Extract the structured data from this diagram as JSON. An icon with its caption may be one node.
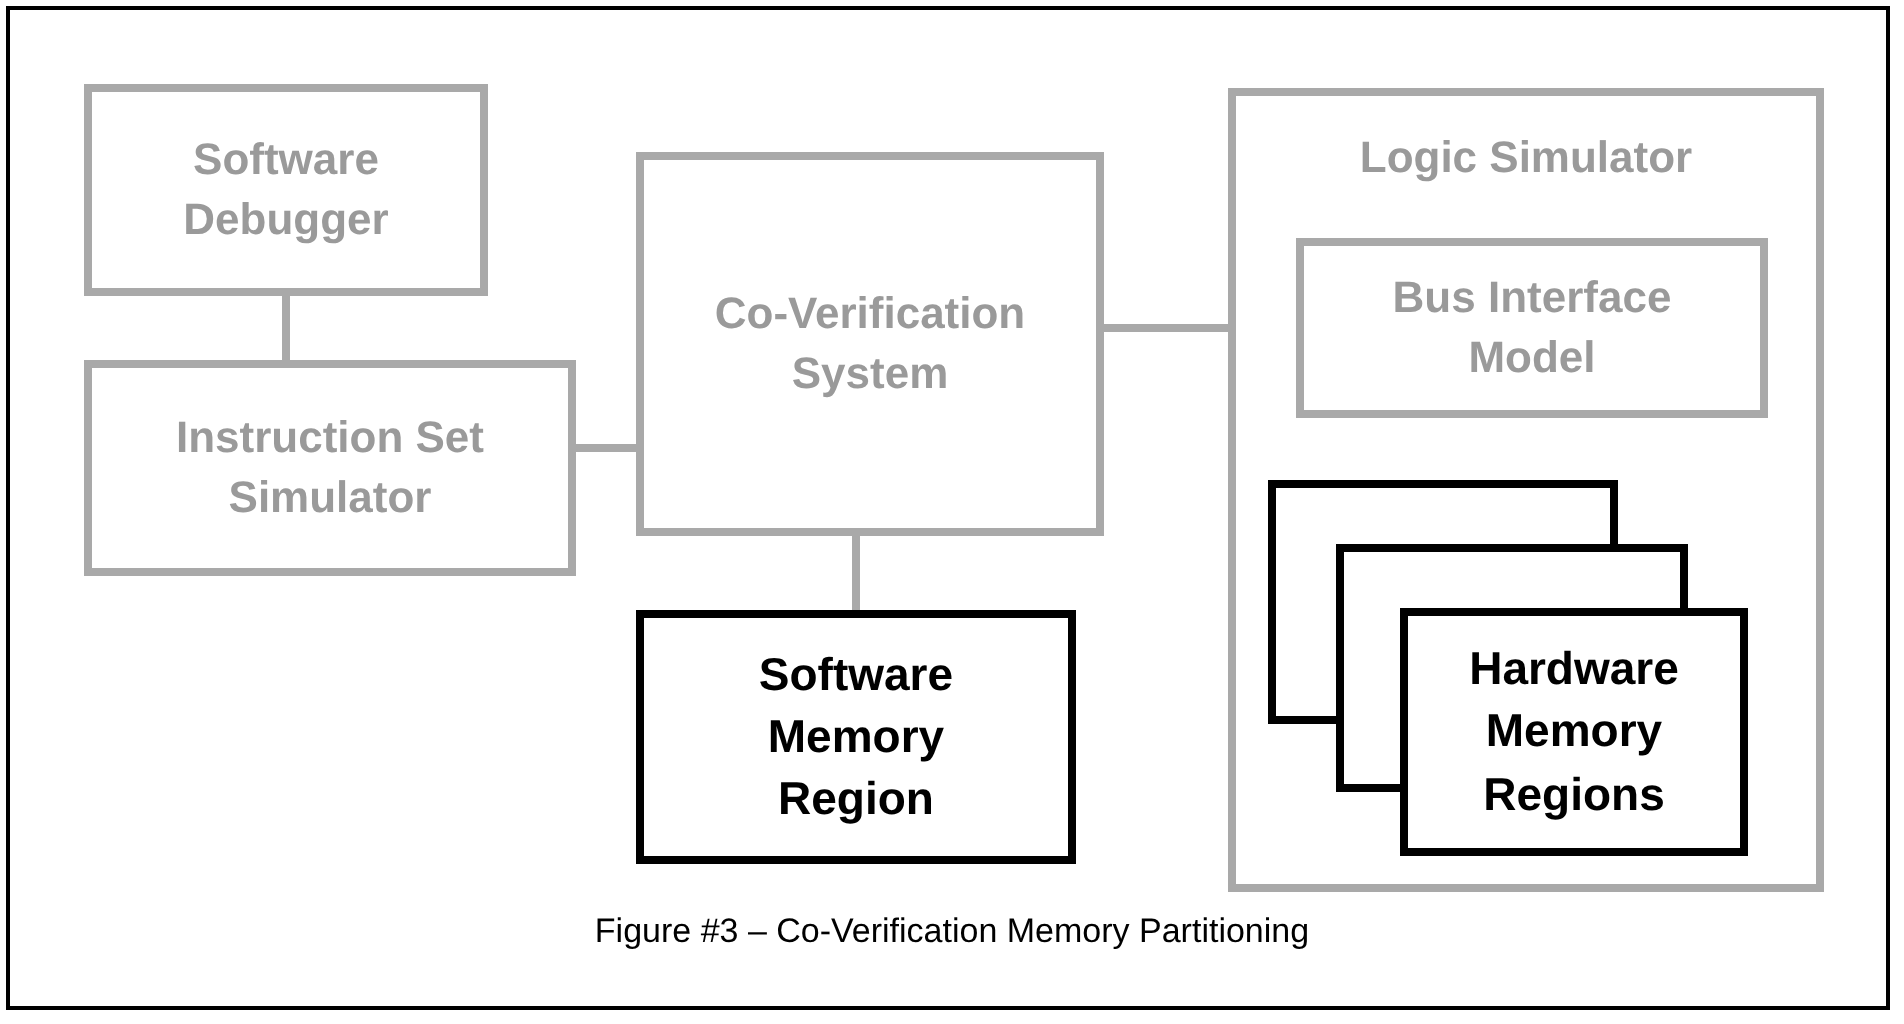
{
  "diagram": {
    "caption": "Figure #3 – Co-Verification Memory Partitioning",
    "nodes": [
      {
        "text": [
          "Software Debugger"
        ]
      },
      {
        "text": [
          "Co-Verification System"
        ]
      },
      {
        "text": [
          "Logic Simulator"
        ]
      },
      {
        "text": [
          "Bus Interface Model"
        ],
        "in": 2
      },
      {
        "text": [
          "Instruction Set Simulator"
        ]
      },
      {
        "text": [],
        "shape": "box",
        "in": 2
      },
      {
        "text": [],
        "shape": "box",
        "in": 2
      },
      {
        "text": [
          "Hardware Memory Regions"
        ],
        "in": 2
      },
      {
        "text": [
          "Software Memory Region"
        ]
      }
    ],
    "edges": [
      {
        "from": 0,
        "to": 4,
        "arrow": "none"
      },
      {
        "from": 4,
        "to": 1,
        "arrow": "none"
      },
      {
        "from": 1,
        "to": 8,
        "arrow": "none"
      },
      {
        "from": 1,
        "to": 3,
        "arrow": "none"
      }
    ]
  }
}
